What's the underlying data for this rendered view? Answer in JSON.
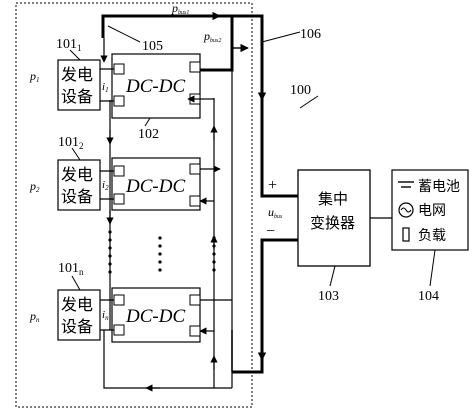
{
  "diagram": {
    "refs": {
      "r100": "100",
      "r102": "102",
      "r103": "103",
      "r104": "104",
      "r105": "105",
      "r106": "106"
    },
    "units": [
      {
        "ref_main": "101",
        "ref_sub": "1",
        "label_line1": "发电",
        "label_line2": "设备",
        "power": "p",
        "power_sub": "1",
        "current": "i",
        "current_sub": "1",
        "converter": "DC-DC"
      },
      {
        "ref_main": "101",
        "ref_sub": "2",
        "label_line1": "发电",
        "label_line2": "设备",
        "power": "p",
        "power_sub": "2",
        "current": "i",
        "current_sub": "2",
        "converter": "DC-DC"
      },
      {
        "ref_main": "101",
        "ref_sub": "n",
        "label_line1": "发电",
        "label_line2": "设备",
        "power": "p",
        "power_sub": "n",
        "current": "i",
        "current_sub": "n",
        "converter": "DC-DC"
      }
    ],
    "pout1": {
      "main": "p",
      "sub": "bus1"
    },
    "pout2": {
      "main": "p",
      "sub": "bus2"
    },
    "ubus": {
      "main": "u",
      "sub": "bus"
    },
    "plus": "+",
    "minus": "−",
    "central_converter": {
      "line1": "集中",
      "line2": "变换器"
    },
    "load_panel": {
      "battery": "蓄电池",
      "grid": "电网",
      "load": "负载"
    }
  }
}
